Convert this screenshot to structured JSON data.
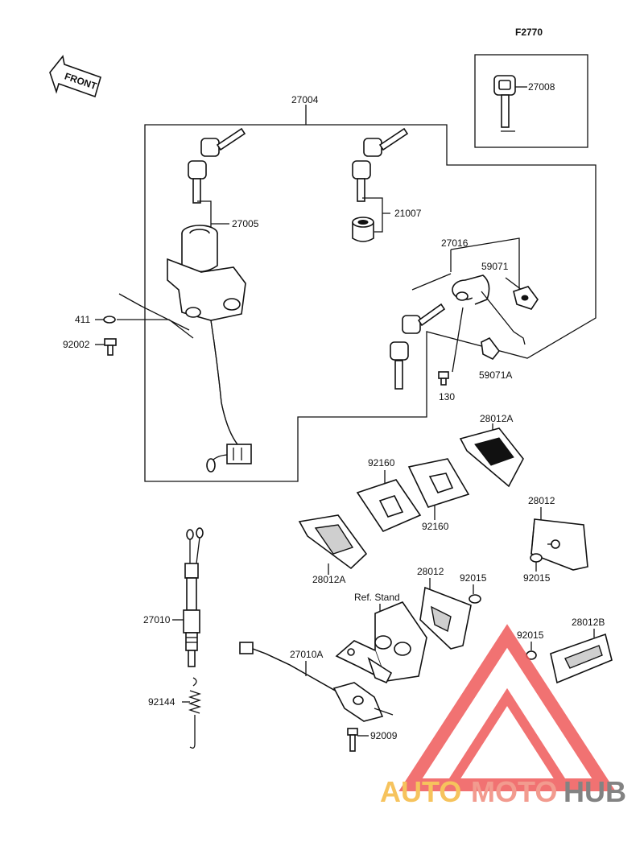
{
  "figure_code": "F2770",
  "front_arrow_text": "FRONT",
  "ref_note": "Ref. Stand",
  "part_numbers": {
    "p27004": "27004",
    "p27008": "27008",
    "p27005": "27005",
    "p21007": "21007",
    "p27016": "27016",
    "p59071": "59071",
    "p59071A": "59071A",
    "p130": "130",
    "p411": "411",
    "p92002": "92002",
    "p28012A_top": "28012A",
    "p92160_left": "92160",
    "p92160_right": "92160",
    "p28012_right": "28012",
    "p92015_right": "92015",
    "p28012A_bottom": "28012A",
    "p28012_mid": "28012",
    "p92015_mid": "92015",
    "p92015_low": "92015",
    "p28012B": "28012B",
    "p27010": "27010",
    "p27010A": "27010A",
    "p92144": "92144",
    "p92009": "92009"
  },
  "watermark": {
    "auto": "AUTO",
    "moto": "MOTO",
    "hub": "HUB",
    "color_auto": "#f5b941",
    "color_moto": "#f08a7c",
    "color_hub": "#6e6e6e",
    "color_triangle": "#ef5a5a"
  }
}
